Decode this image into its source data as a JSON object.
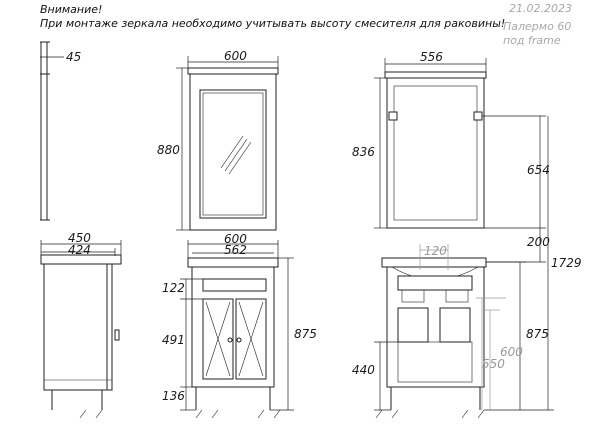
{
  "header": {
    "warning_title": "Внимание!",
    "warning_text": "При монтаже зеркала необходимо учитывать высоту смесителя для раковины!",
    "date": "21.02.2023",
    "product_name": "Палермо 60",
    "product_variant": "под frame"
  },
  "dimensions": {
    "mirror_depth": "45",
    "mirror_width": "600",
    "mirror_height": "880",
    "mirror_inner_width": "556",
    "mirror_inner_height": "836",
    "mirror_mount_height": "654",
    "cabinet_top_depth": "450",
    "cabinet_body_depth": "424",
    "cabinet_top_width": "600",
    "cabinet_body_width": "562",
    "drawer_height": "122",
    "door_height": "491",
    "cabinet_height": "875",
    "leg_height": "136",
    "siphon_width": "120",
    "sink_gap": "200",
    "total_height": "1729",
    "rear_cabinet_height": "875",
    "back_opening_height": "440",
    "pipe_height_1": "600",
    "pipe_height_2": "550"
  },
  "colors": {
    "line": "#222222",
    "gray_line": "#9a9a9a",
    "meta_text": "#a8a8a8"
  }
}
